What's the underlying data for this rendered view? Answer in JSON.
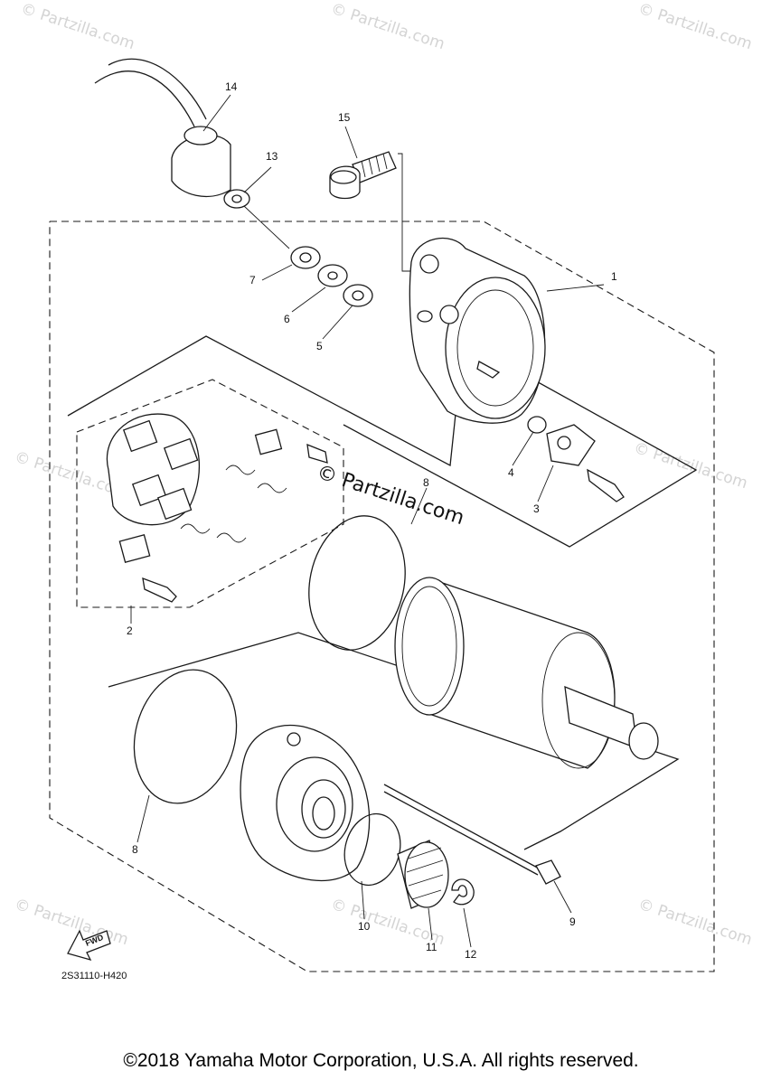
{
  "diagram": {
    "code": "2S31110-H420",
    "fwd_label": "FWD",
    "copyright": "©2018 Yamaha Motor Corporation, U.S.A. All rights reserved.",
    "watermark_center": "© Partzilla.com",
    "watermark_tile": "© Partzilla.com",
    "callouts": [
      {
        "num": "1"
      },
      {
        "num": "2"
      },
      {
        "num": "3"
      },
      {
        "num": "4"
      },
      {
        "num": "5"
      },
      {
        "num": "6"
      },
      {
        "num": "7"
      },
      {
        "num": "8"
      },
      {
        "num": "8"
      },
      {
        "num": "9"
      },
      {
        "num": "10"
      },
      {
        "num": "11"
      },
      {
        "num": "12"
      },
      {
        "num": "13"
      },
      {
        "num": "14"
      },
      {
        "num": "15"
      }
    ]
  }
}
